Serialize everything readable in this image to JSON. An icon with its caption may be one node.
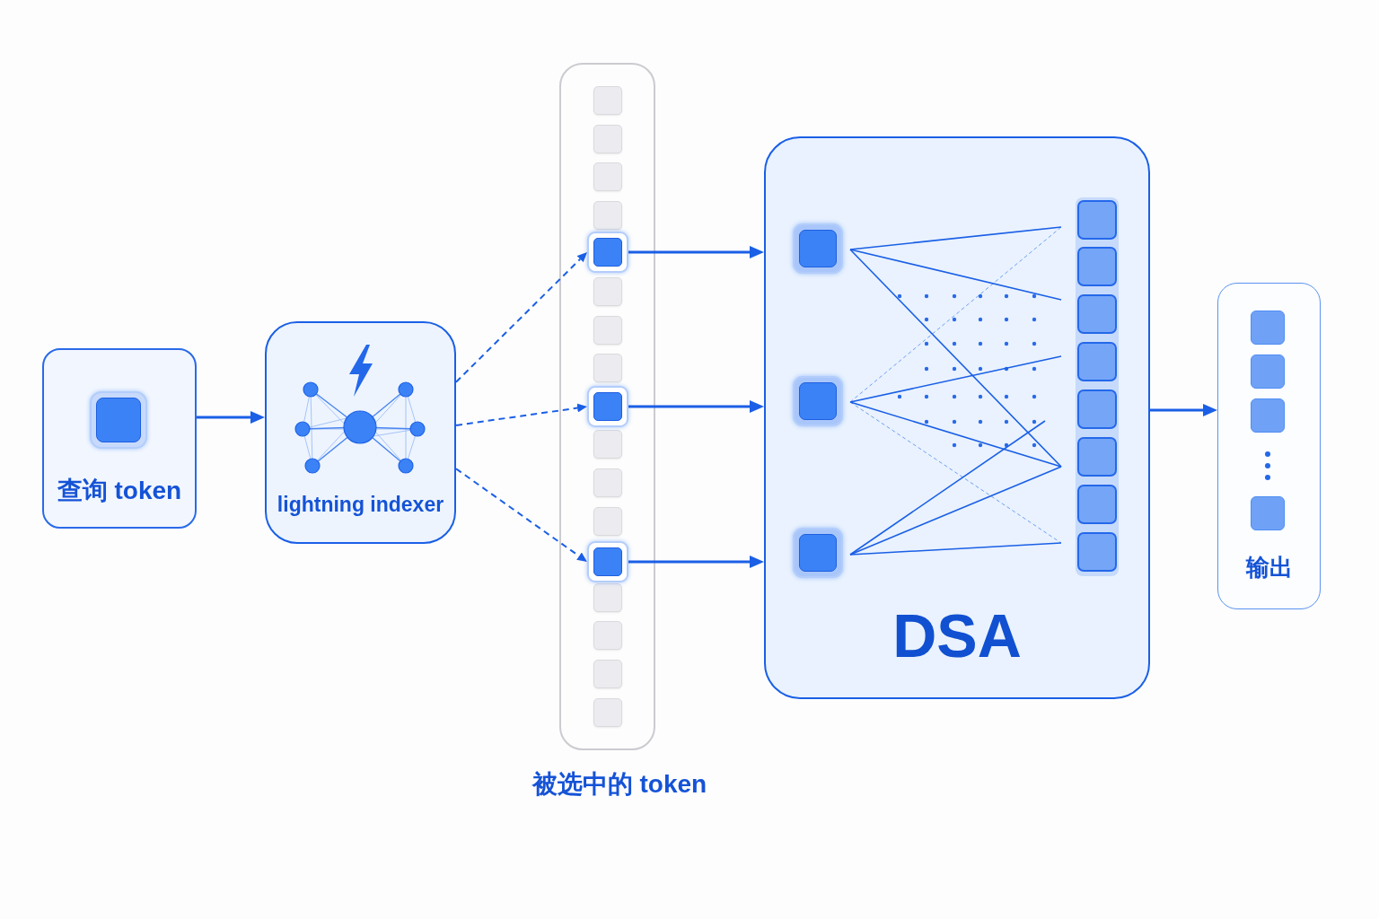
{
  "diagram": {
    "nodes": [
      {
        "text": [
          "查询 token"
        ]
      },
      {
        "text": [
          "lightning indexer"
        ]
      },
      {
        "text": [
          "被选中的 token"
        ]
      },
      {
        "text": [],
        "shape": "box",
        "in": 2
      },
      {
        "text": [],
        "shape": "box",
        "in": 2
      },
      {
        "text": [],
        "shape": "box",
        "in": 2
      },
      {
        "text": [
          "DSA"
        ]
      },
      {
        "text": [],
        "shape": "box",
        "in": 6
      },
      {
        "text": [],
        "shape": "box",
        "in": 6
      },
      {
        "text": [],
        "shape": "box",
        "in": 6
      },
      {
        "text": [
          "输出"
        ]
      }
    ],
    "edges": [
      {
        "from": 0,
        "to": 1,
        "arrow": "to"
      },
      {
        "from": 1,
        "to": 3,
        "arrow": "to",
        "style": "dashed"
      },
      {
        "from": 1,
        "to": 4,
        "arrow": "to",
        "style": "dashed"
      },
      {
        "from": 1,
        "to": 5,
        "arrow": "to",
        "style": "dashed"
      },
      {
        "from": 3,
        "to": 6,
        "arrow": "to"
      },
      {
        "from": 4,
        "to": 6,
        "arrow": "to"
      },
      {
        "from": 5,
        "to": 6,
        "arrow": "to"
      },
      {
        "from": 6,
        "to": 10,
        "arrow": "to"
      }
    ]
  }
}
